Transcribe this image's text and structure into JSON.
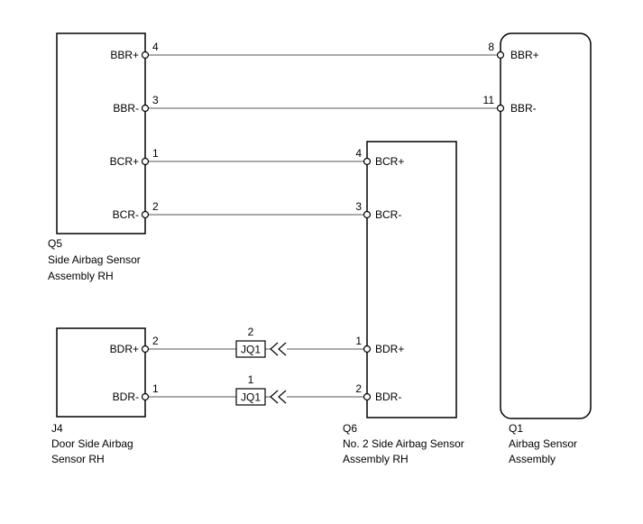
{
  "components": {
    "q5": {
      "code": "Q5",
      "name_line1": "Side Airbag Sensor",
      "name_line2": "Assembly RH",
      "pins": [
        {
          "label": "BBR+",
          "num": "4"
        },
        {
          "label": "BBR-",
          "num": "3"
        },
        {
          "label": "BCR+",
          "num": "1"
        },
        {
          "label": "BCR-",
          "num": "2"
        }
      ]
    },
    "q1": {
      "code": "Q1",
      "name_line1": "Airbag Sensor",
      "name_line2": "Assembly",
      "pins": [
        {
          "label": "BBR+",
          "num": "8"
        },
        {
          "label": "BBR-",
          "num": "11"
        }
      ]
    },
    "q6": {
      "code": "Q6",
      "name_line1": "No. 2 Side Airbag Sensor",
      "name_line2": "Assembly RH",
      "pins": [
        {
          "label": "BCR+",
          "num": "4"
        },
        {
          "label": "BCR-",
          "num": "3"
        },
        {
          "label": "BDR+",
          "num": "1"
        },
        {
          "label": "BDR-",
          "num": "2"
        }
      ]
    },
    "j4": {
      "code": "J4",
      "name_line1": "Door Side Airbag",
      "name_line2": "Sensor RH",
      "pins": [
        {
          "label": "BDR+",
          "num": "2"
        },
        {
          "label": "BDR-",
          "num": "1"
        }
      ]
    }
  },
  "junctions": [
    {
      "label": "JQ1",
      "pin": "2"
    },
    {
      "label": "JQ1",
      "pin": "1"
    }
  ],
  "colors": {
    "line": "#000000",
    "wire": "#555555"
  }
}
